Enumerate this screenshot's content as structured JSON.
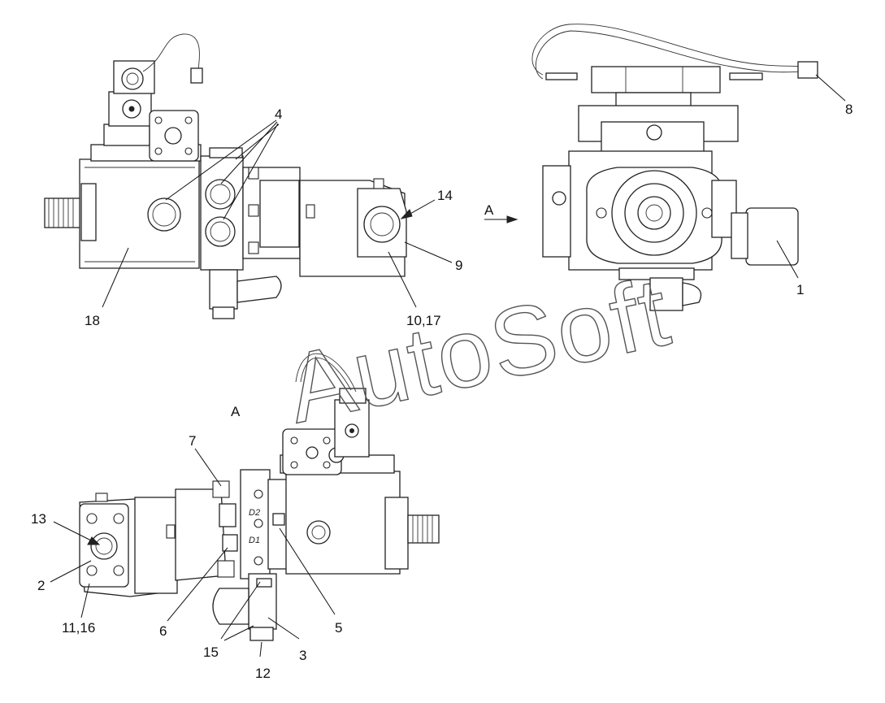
{
  "watermark": "AutoSoft",
  "view_markers": {
    "arrow_label": "A",
    "view_label": "A"
  },
  "ports": {
    "d2": "D2",
    "d1": "D1"
  },
  "callouts": {
    "c1": "1",
    "c2": "2",
    "c3": "3",
    "c4": "4",
    "c5": "5",
    "c6": "6",
    "c7": "7",
    "c8": "8",
    "c9": "9",
    "c10_17": "10,17",
    "c11_16": "11,16",
    "c12": "12",
    "c13": "13",
    "c14": "14",
    "c15": "15",
    "c18": "18"
  }
}
